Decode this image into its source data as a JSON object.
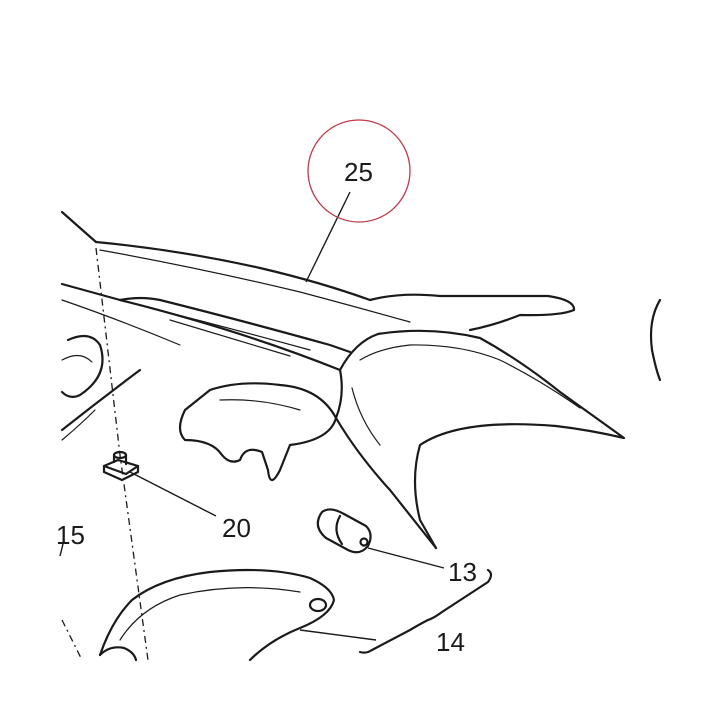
{
  "diagram": {
    "callouts": [
      {
        "id": "25",
        "label": "25"
      },
      {
        "id": "20",
        "label": "20"
      },
      {
        "id": "15",
        "label": "15"
      },
      {
        "id": "13",
        "label": "13"
      },
      {
        "id": "14",
        "label": "14"
      }
    ],
    "highlight_circle_color": "#c0394b",
    "line_color": "#1a1a1a"
  }
}
